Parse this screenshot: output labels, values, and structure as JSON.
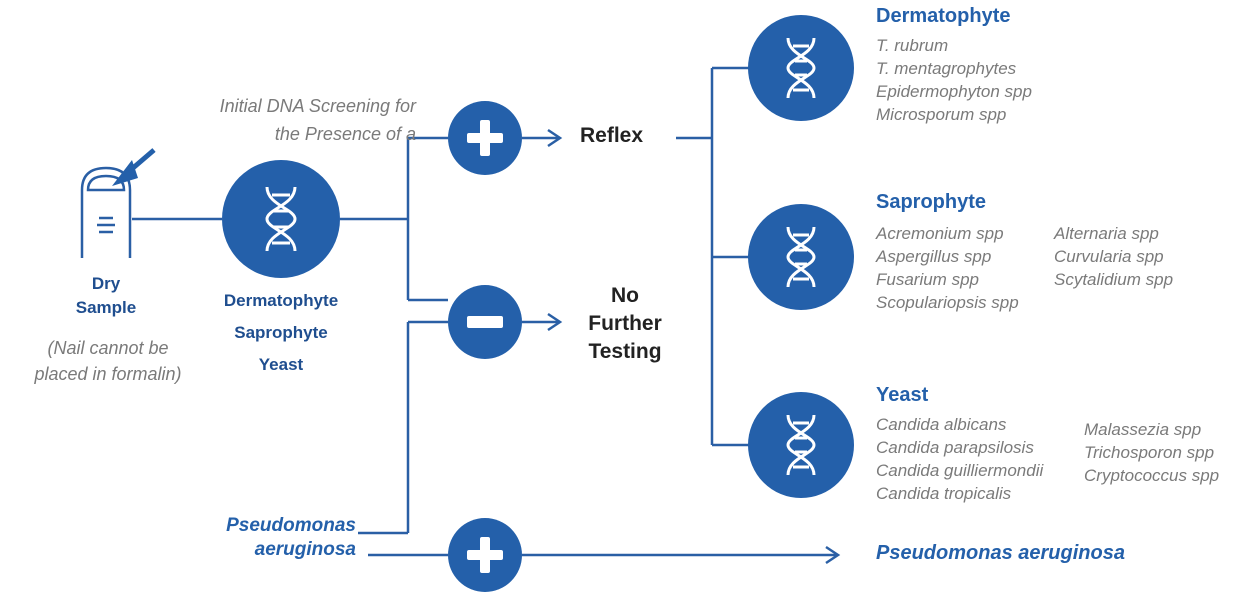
{
  "colors": {
    "primary": "#2460aa",
    "line": "#2a5fa5",
    "text_dark": "#222222",
    "text_grey": "#7a7a7a"
  },
  "sample": {
    "icon": "finger-nail-icon",
    "label_line1": "Dry",
    "label_line2": "Sample",
    "note_line1": "(Nail cannot be",
    "note_line2": "placed in formalin)"
  },
  "screening": {
    "caption_line1": "Initial DNA Screening for",
    "caption_line2": "the Presence of a",
    "icon": "dna-icon",
    "targets": [
      "Dermatophyte",
      "Saprophyte",
      "Yeast"
    ]
  },
  "outcomes": {
    "positive_label": "Reflex",
    "negative_label_line1": "No",
    "negative_label_line2": "Further",
    "negative_label_line3": "Testing"
  },
  "categories": [
    {
      "title": "Dermatophyte",
      "col1": [
        "T. rubrum",
        "T. mentagrophytes",
        "Epidermophyton spp",
        "Microsporum spp"
      ],
      "col2": []
    },
    {
      "title": "Saprophyte",
      "col1": [
        "Acremonium spp",
        "Aspergillus spp",
        "Fusarium spp",
        "Scopulariopsis spp"
      ],
      "col2": [
        "Alternaria spp",
        "Curvularia spp",
        "Scytalidium spp"
      ]
    },
    {
      "title": "Yeast",
      "col1": [
        "Candida albicans",
        "Candida parapsilosis",
        "Candida guilliermondii",
        "Candida tropicalis"
      ],
      "col2": [
        "Malassezia spp",
        "Trichosporon spp",
        "Cryptococcus spp"
      ]
    }
  ],
  "pseudomonas": {
    "left_line1": "Pseudomonas",
    "left_line2": "aeruginosa",
    "result": "Pseudomonas aeruginosa"
  }
}
